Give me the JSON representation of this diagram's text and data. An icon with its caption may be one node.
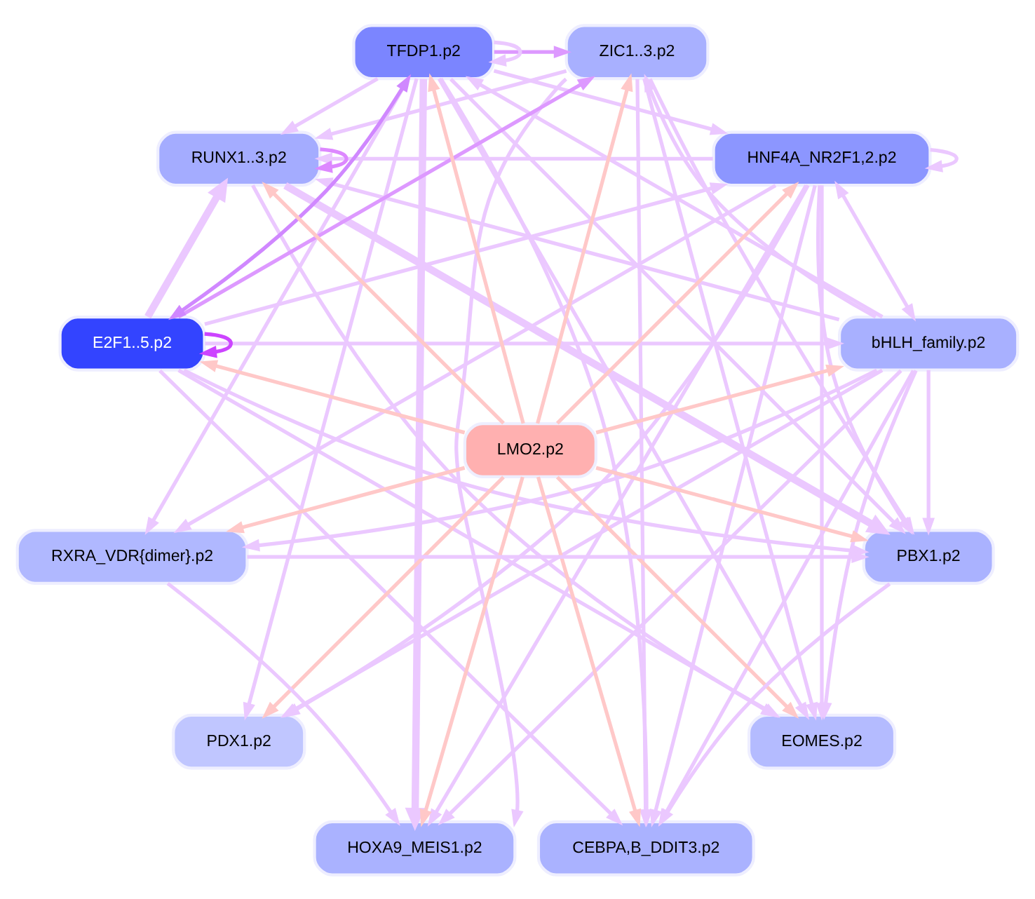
{
  "diagram": {
    "nodes": [
      {
        "text": [
          "bHLH_family.p2"
        ]
      },
      {
        "text": [
          "HNF4A_NR2F1,2.p2"
        ]
      },
      {
        "text": [
          "ZIC1..3.p2"
        ]
      },
      {
        "text": [
          "TFDP1.p2"
        ]
      },
      {
        "text": [
          "RUNX1..3.p2"
        ]
      },
      {
        "text": [
          "E2F1..5.p2"
        ]
      },
      {
        "text": [
          "LMO2.p2"
        ]
      },
      {
        "text": [
          "RXRA_VDR{dimer}.p2"
        ]
      },
      {
        "text": [
          "PDX1.p2"
        ]
      },
      {
        "text": [
          "HOXA9_MEIS1.p2"
        ]
      },
      {
        "text": [
          "CEBPA,B_DDIT3.p2"
        ]
      },
      {
        "text": [
          "EOMES.p2"
        ]
      },
      {
        "text": [
          "PBX1.p2"
        ]
      }
    ],
    "edges": [
      {
        "from": 6,
        "to": 0,
        "arrow": "to",
        "color": "#ffc8c8"
      },
      {
        "from": 6,
        "to": 1,
        "arrow": "to",
        "color": "#ffc8c8"
      },
      {
        "from": 6,
        "to": 3,
        "arrow": "to",
        "color": "#ffc8c8"
      },
      {
        "from": 6,
        "to": 5,
        "arrow": "to",
        "color": "#ffc8c8"
      },
      {
        "from": 6,
        "to": 8,
        "arrow": "to",
        "color": "#ffc8c8"
      },
      {
        "from": 6,
        "to": 10,
        "arrow": "to",
        "color": "#ffc8c8"
      },
      {
        "from": 6,
        "to": 12,
        "arrow": "to",
        "color": "#ffc8c8"
      },
      {
        "from": 6,
        "to": 11,
        "arrow": "to",
        "color": "#ffc8c8"
      },
      {
        "from": 6,
        "to": 9,
        "arrow": "to",
        "color": "#ffc8c8"
      },
      {
        "from": 6,
        "to": 7,
        "arrow": "to",
        "color": "#ffc8c8"
      },
      {
        "from": 6,
        "to": 4,
        "arrow": "to",
        "color": "#ffc8c8"
      },
      {
        "from": 6,
        "to": 2,
        "arrow": "to",
        "color": "#ffc8c8"
      },
      {
        "from": 1,
        "to": 1,
        "arrow": "to"
      },
      {
        "from": 3,
        "to": 3,
        "arrow": "to"
      },
      {
        "from": 4,
        "to": 4,
        "arrow": "to",
        "color": "#dd88ff"
      },
      {
        "from": 5,
        "to": 5,
        "arrow": "to",
        "color": "#cc44ff"
      },
      {
        "from": 3,
        "to": 2,
        "arrow": "to",
        "color": "#dd99ff"
      },
      {
        "from": 5,
        "to": 3,
        "arrow": "both",
        "color": "#d088ff"
      },
      {
        "from": 5,
        "to": 2,
        "arrow": "to",
        "color": "#dd99ff"
      },
      {
        "from": 5,
        "to": 4,
        "arrow": "to",
        "style": "thick"
      },
      {
        "from": 0,
        "to": 1,
        "arrow": "both"
      },
      {
        "from": 0,
        "to": 2,
        "arrow": "to"
      },
      {
        "from": 0,
        "to": 3,
        "arrow": "to"
      },
      {
        "from": 0,
        "to": 4,
        "arrow": "to"
      },
      {
        "from": 0,
        "to": 7,
        "arrow": "to"
      },
      {
        "from": 0,
        "to": 8,
        "arrow": "to"
      },
      {
        "from": 0,
        "to": 9,
        "arrow": "to"
      },
      {
        "from": 0,
        "to": 10,
        "arrow": "to"
      },
      {
        "from": 0,
        "to": 11,
        "arrow": "to"
      },
      {
        "from": 0,
        "to": 12,
        "arrow": "to"
      },
      {
        "from": 2,
        "to": 4,
        "arrow": "to"
      },
      {
        "from": 2,
        "to": 9,
        "arrow": "to"
      },
      {
        "from": 2,
        "to": 10,
        "arrow": "to"
      },
      {
        "from": 2,
        "to": 11,
        "arrow": "to"
      },
      {
        "from": 2,
        "to": 12,
        "arrow": "to"
      },
      {
        "from": 1,
        "to": 4,
        "arrow": "to"
      },
      {
        "from": 1,
        "to": 7,
        "arrow": "to"
      },
      {
        "from": 1,
        "to": 8,
        "arrow": "to"
      },
      {
        "from": 1,
        "to": 9,
        "arrow": "to"
      },
      {
        "from": 1,
        "to": 10,
        "arrow": "to"
      },
      {
        "from": 1,
        "to": 11,
        "arrow": "to"
      },
      {
        "from": 1,
        "to": 12,
        "arrow": "to"
      },
      {
        "from": 3,
        "to": 1,
        "arrow": "to"
      },
      {
        "from": 3,
        "to": 4,
        "arrow": "to"
      },
      {
        "from": 3,
        "to": 7,
        "arrow": "to"
      },
      {
        "from": 3,
        "to": 8,
        "arrow": "to"
      },
      {
        "from": 3,
        "to": 9,
        "arrow": "to",
        "style": "thick"
      },
      {
        "from": 3,
        "to": 10,
        "arrow": "to"
      },
      {
        "from": 3,
        "to": 11,
        "arrow": "to"
      },
      {
        "from": 3,
        "to": 12,
        "arrow": "to"
      },
      {
        "from": 5,
        "to": 0,
        "arrow": "to"
      },
      {
        "from": 5,
        "to": 1,
        "arrow": "to"
      },
      {
        "from": 5,
        "to": 10,
        "arrow": "to"
      },
      {
        "from": 5,
        "to": 11,
        "arrow": "to"
      },
      {
        "from": 5,
        "to": 12,
        "arrow": "to"
      },
      {
        "from": 4,
        "to": 11,
        "arrow": "to"
      },
      {
        "from": 4,
        "to": 12,
        "arrow": "to",
        "style": "thick"
      },
      {
        "from": 7,
        "to": 9,
        "arrow": "to"
      },
      {
        "from": 7,
        "to": 12,
        "arrow": "to"
      },
      {
        "from": 12,
        "to": 10,
        "arrow": "to"
      }
    ]
  }
}
